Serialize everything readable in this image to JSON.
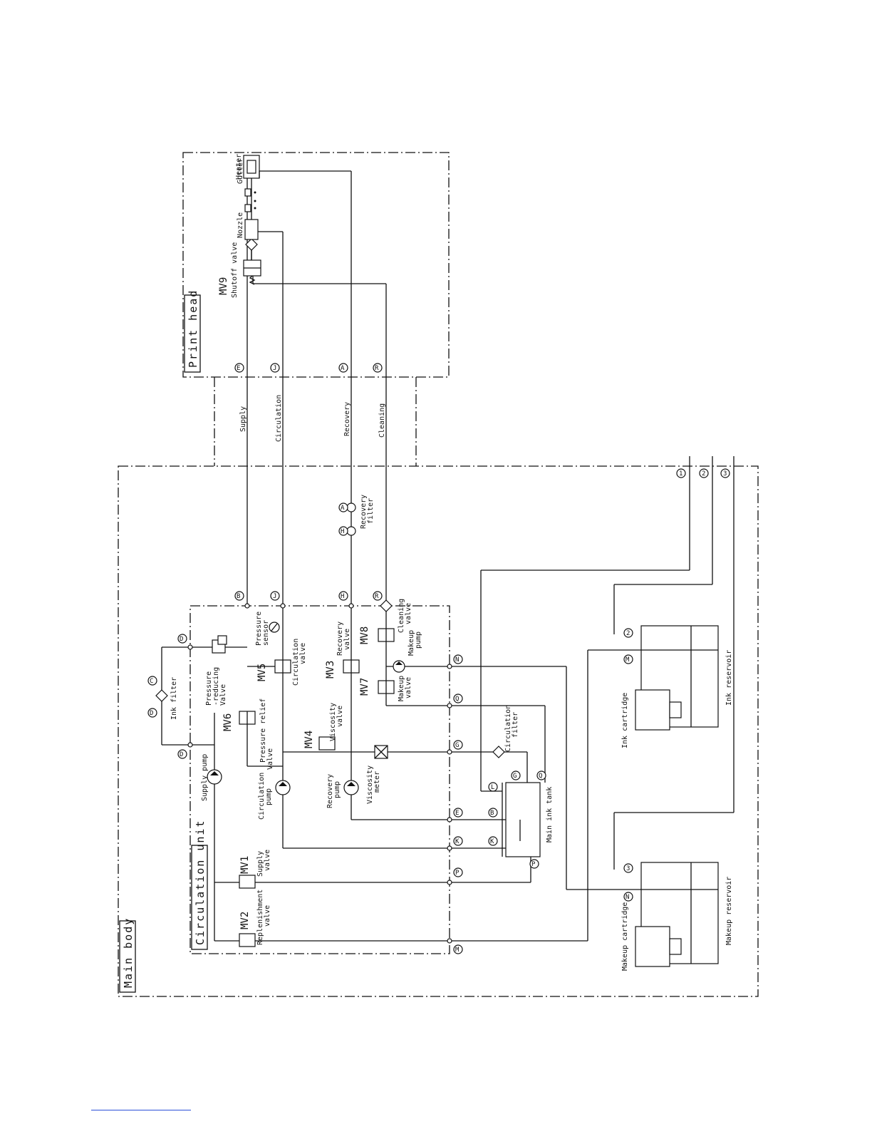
{
  "frames": {
    "main_body": "Main body",
    "circulation_unit": "Circulation unit",
    "print_head": "Print head"
  },
  "lines": {
    "supply": "Supply",
    "circulation": "Circulation",
    "recovery": "Recovery",
    "cleaning": "Cleaning"
  },
  "print_head": {
    "mv9": "MV9",
    "shutoff": "Shutoff valve",
    "heater": "Heater",
    "nozzle": "Nozzle",
    "gutter": "Gutter"
  },
  "valves": {
    "mv1": "MV1",
    "mv1_l1": "Supply",
    "mv1_l2": "valve",
    "mv2": "MV2",
    "mv2_l1": "Replenishment",
    "mv2_l2": "valve",
    "mv3": "MV3",
    "mv3_l1": "Recovery",
    "mv3_l2": "valve",
    "mv4": "MV4",
    "mv4_l1": "Viscosity",
    "mv4_l2": "valve",
    "mv5": "MV5",
    "mv5_l1": "Circulation",
    "mv5_l2": "valve",
    "mv6": "MV6",
    "mv6_l1": "Pressure relief",
    "mv6_l2": "Valve",
    "mv7": "MV7",
    "mv7_l1": "Makeup",
    "mv7_l2": "valve",
    "mv8": "MV8",
    "mv8_l1": "Cleaning",
    "mv8_l2": "valve"
  },
  "components": {
    "pressure_sensor_l1": "Pressure",
    "pressure_sensor_l2": "sensor",
    "pressure_reducing_l1": "Pressure",
    "pressure_reducing_l2": "-reducing",
    "pressure_reducing_l3": "Valve",
    "ink_filter": "Ink filter",
    "supply_pump": "Supply pump",
    "circulation_pump_l1": "Circulation",
    "circulation_pump_l2": "pump",
    "recovery_pump_l1": "Recovery",
    "recovery_pump_l2": "pump",
    "viscosity_meter_l1": "Viscosity",
    "viscosity_meter_l2": "meter",
    "makeup_pump_l1": "Makeup",
    "makeup_pump_l2": "pump",
    "circulation_filter_l1": "Circulation",
    "circulation_filter_l2": "filter",
    "recovery_filter_l1": "Recovery",
    "recovery_filter_l2": "filter",
    "main_ink_tank": "Main ink tank",
    "ink_cartridge": "Ink cartridge",
    "ink_reservoir": "Ink reservoir",
    "makeup_cartridge": "Makeup cartridge",
    "makeup_reservoir": "Makeup reservoir"
  },
  "nodes": {
    "A": "A",
    "B": "B",
    "C": "C",
    "D": "D",
    "E": "E",
    "G": "G",
    "H": "H",
    "J": "J",
    "K": "K",
    "L": "L",
    "M": "M",
    "N": "N",
    "P": "P",
    "Q": "Q",
    "R": "R",
    "n1": "1",
    "n2": "2",
    "n3": "3"
  }
}
